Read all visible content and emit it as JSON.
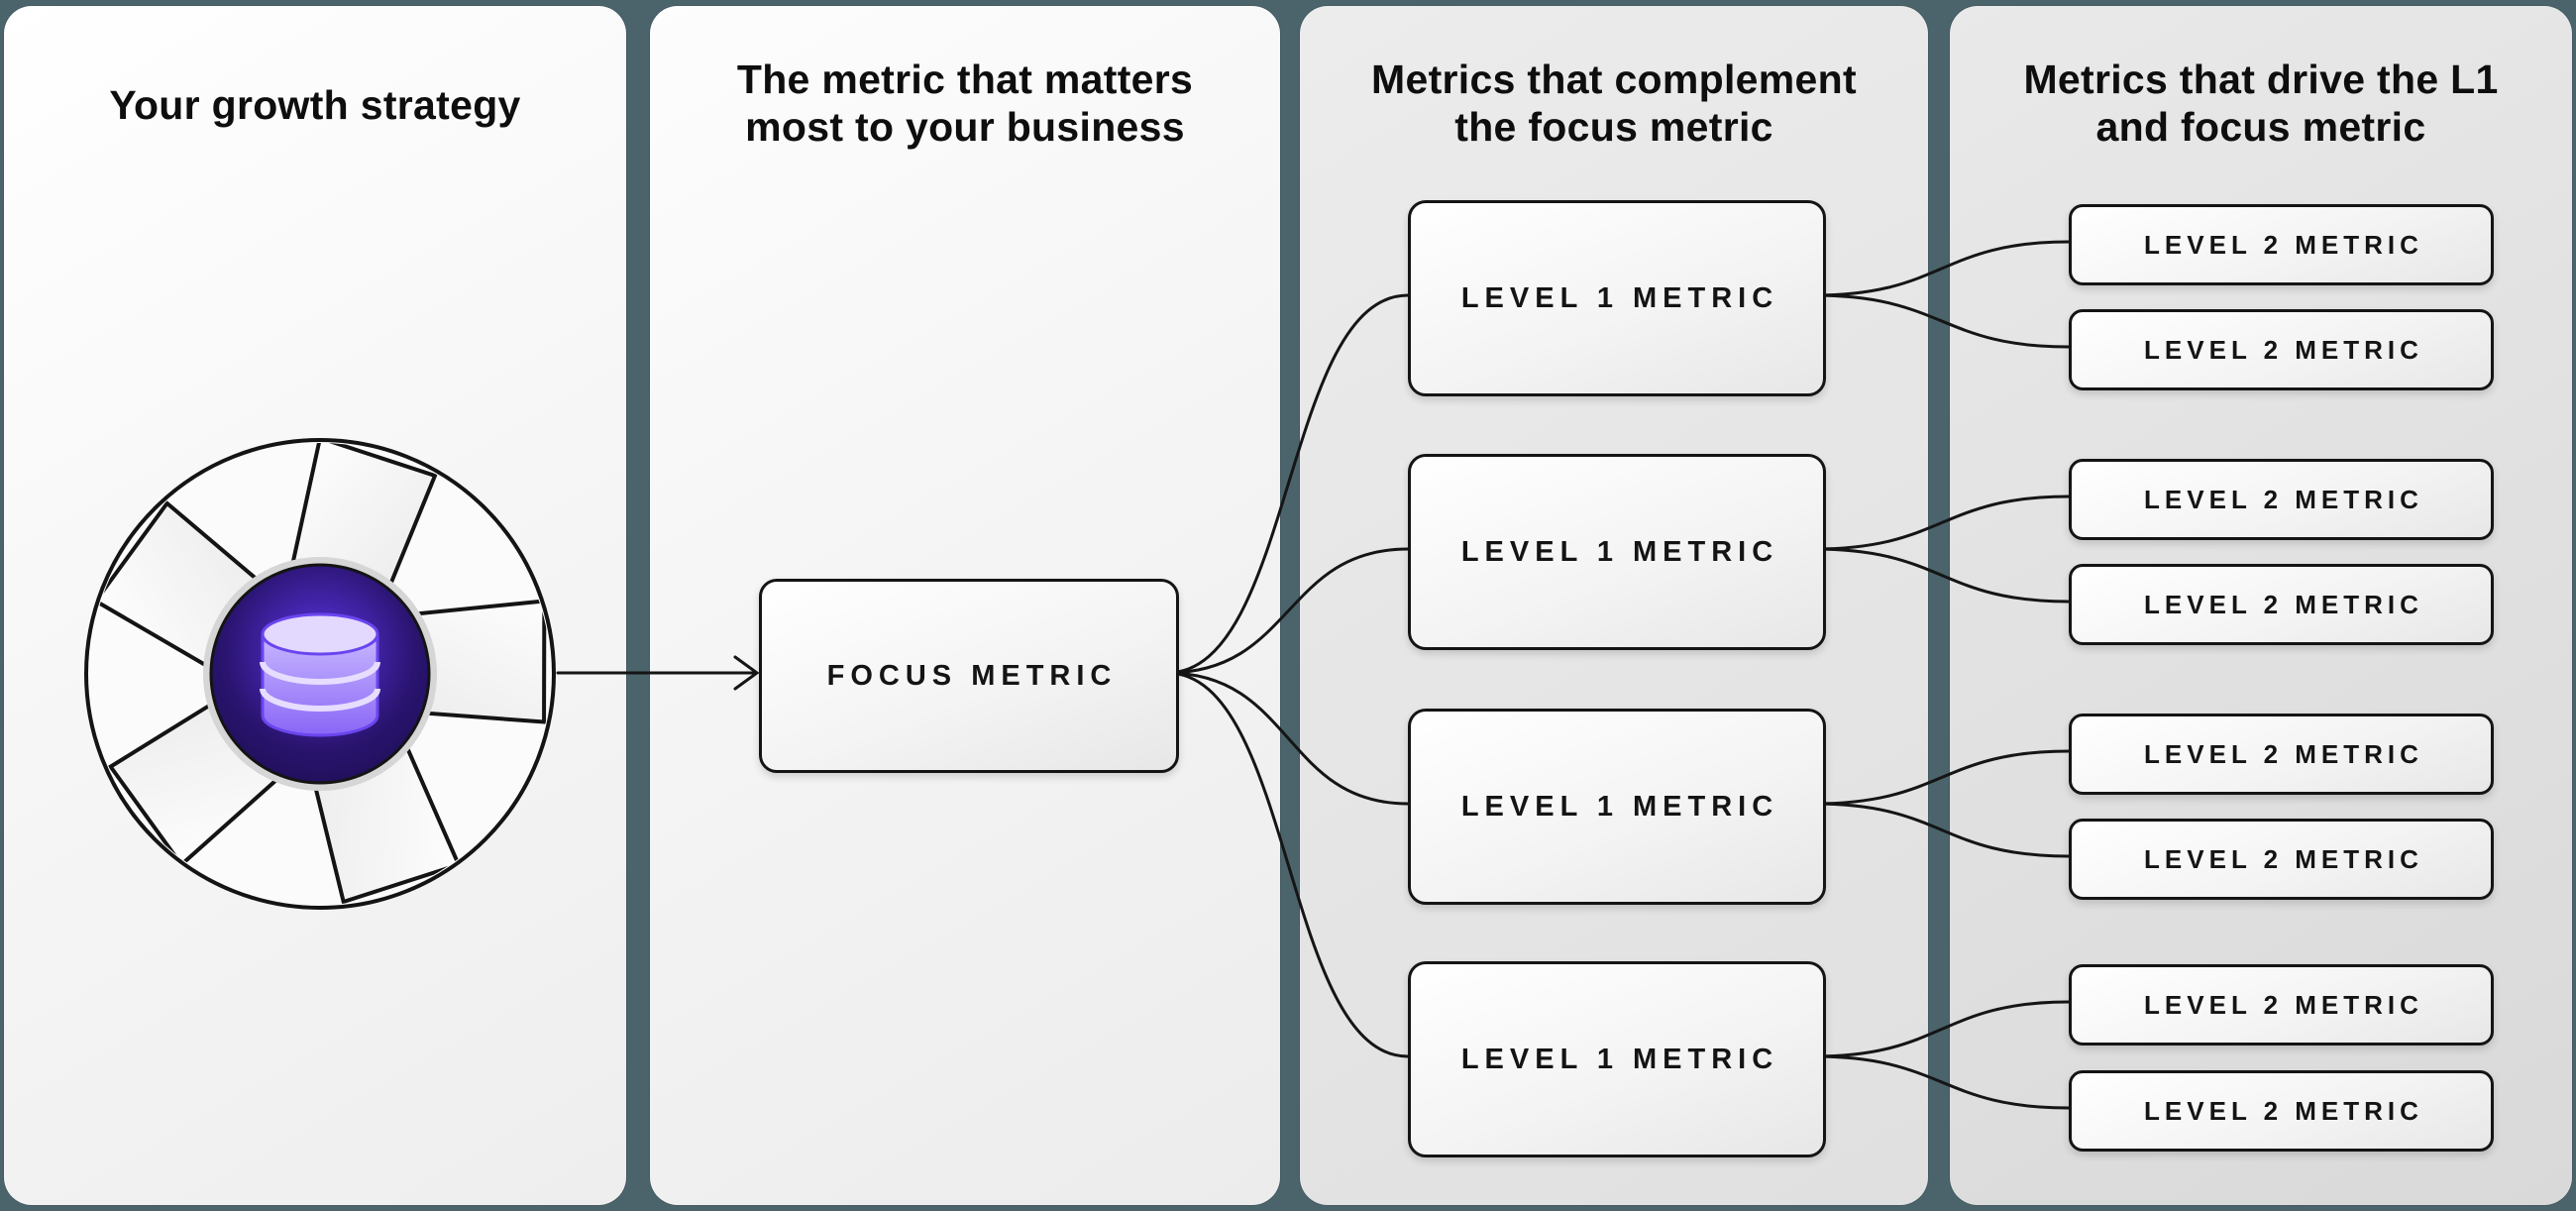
{
  "colors": {
    "background": "#4b646c",
    "panel_light": "#f5f5f5",
    "panel_gray": "#e3e3e3",
    "node_border": "#141414",
    "connector": "#151515",
    "core_purple_dark": "#1d0f4e",
    "core_purple": "#41249e",
    "database_purple": "#a184f8",
    "database_purple_light": "#e3d9ff"
  },
  "icons": {
    "growth_strategy": "aperture-database-icon"
  },
  "panel1": {
    "title": "Your growth strategy"
  },
  "panel2": {
    "title_line1": "The metric that matters",
    "title_line2": "most to your business",
    "focus_label": "FOCUS METRIC"
  },
  "panel3": {
    "title_line1": "Metrics that complement",
    "title_line2": "the focus metric",
    "boxes": [
      "LEVEL 1 METRIC",
      "LEVEL 1 METRIC",
      "LEVEL 1 METRIC",
      "LEVEL 1 METRIC"
    ]
  },
  "panel4": {
    "title_line1": "Metrics that drive the L1",
    "title_line2": "and focus metric",
    "boxes": [
      "LEVEL 2 METRIC",
      "LEVEL 2 METRIC",
      "LEVEL 2 METRIC",
      "LEVEL 2 METRIC",
      "LEVEL 2 METRIC",
      "LEVEL 2 METRIC",
      "LEVEL 2 METRIC",
      "LEVEL 2 METRIC"
    ]
  }
}
